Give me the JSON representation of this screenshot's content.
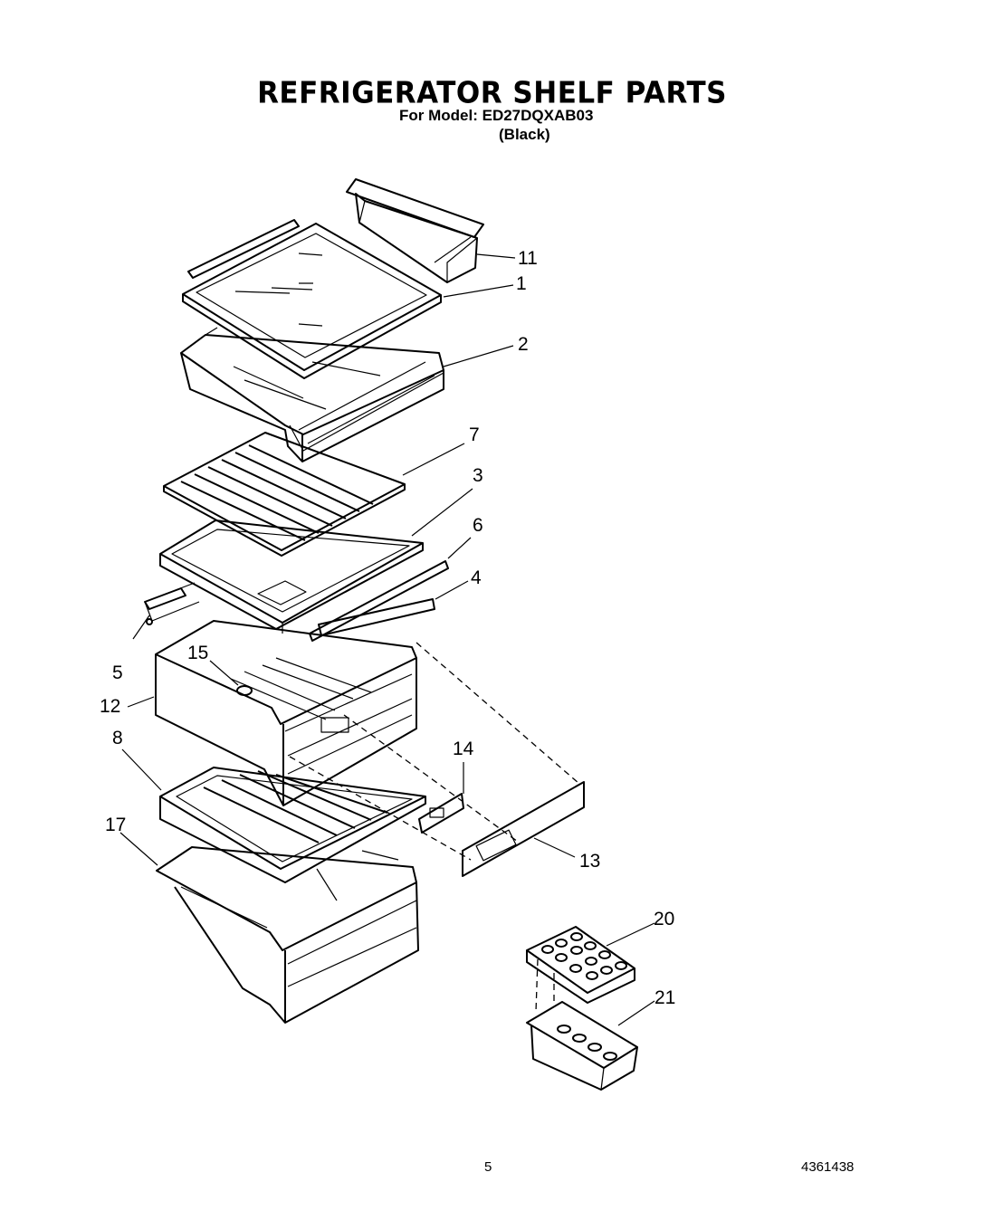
{
  "header": {
    "title": "REFRIGERATOR SHELF PARTS",
    "model_line": "For Model: ED27DQXAB03",
    "finish": "(Black)"
  },
  "footer": {
    "page_number": "5",
    "document_number": "4361438"
  },
  "callouts": {
    "c11": "11",
    "c1": "1",
    "c2": "2",
    "c7": "7",
    "c3": "3",
    "c6": "6",
    "c4": "4",
    "c5": "5",
    "c15": "15",
    "c12": "12",
    "c8": "8",
    "c14": "14",
    "c17": "17",
    "c13": "13",
    "c20": "20",
    "c21": "21"
  }
}
